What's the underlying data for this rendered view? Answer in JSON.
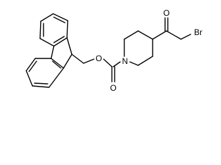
{
  "molecule": {
    "atoms": {
      "ester_o": "O",
      "carbonyl_o_ester": "O",
      "nitrogen": "N",
      "ketone_o": "O",
      "bromine": "Br"
    }
  },
  "colors": {
    "bond": "#000000",
    "label": "#000000",
    "background": "#ffffff"
  }
}
